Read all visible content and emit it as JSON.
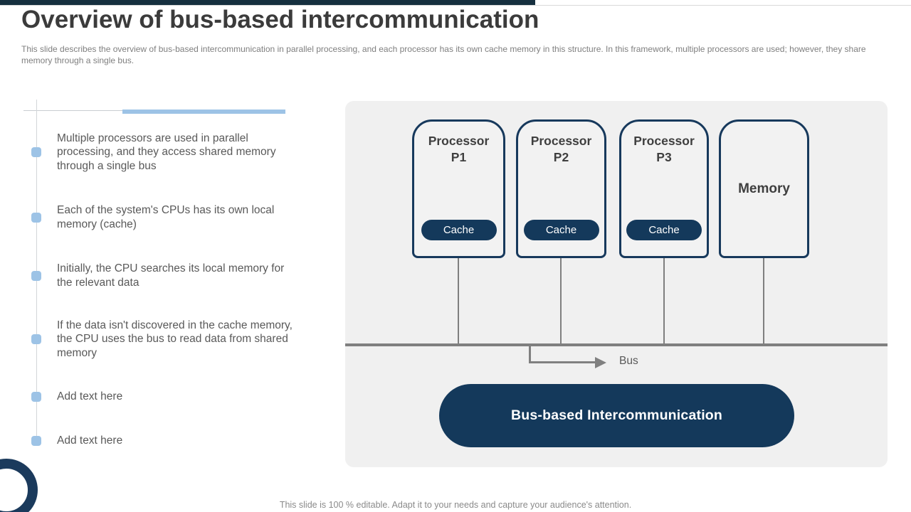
{
  "slide": {
    "title": "Overview of bus-based intercommunication",
    "subtitle_line1": "This slide describes the overview of bus-based intercommunication in parallel processing, and each processor has its own cache memory in this structure. In this framework, multiple processors are used; however, they share",
    "subtitle_line2": "memory through a single bus.",
    "footer": "This slide is 100 % editable. Adapt it to your needs and capture your audience's attention."
  },
  "bullets": [
    {
      "text": "Multiple processors are used in parallel processing, and they access shared memory through a single bus"
    },
    {
      "text": "Each of the system's CPUs has its own local memory (cache)"
    },
    {
      "text": "Initially, the CPU searches its local memory for the relevant data"
    },
    {
      "text": "If the data isn't discovered in the cache memory, the CPU uses the bus to read data from shared memory"
    },
    {
      "text": "Add text here"
    },
    {
      "text": "Add text here"
    }
  ],
  "diagram": {
    "processors": [
      {
        "label": "Processor P1",
        "cache_label": "Cache"
      },
      {
        "label": "Processor P2",
        "cache_label": "Cache"
      },
      {
        "label": "Processor P3",
        "cache_label": "Cache"
      }
    ],
    "memory_label": "Memory",
    "bus_label": "Bus",
    "banner": "Bus-based Intercommunication"
  },
  "colors": {
    "navy_fill": "#14395B",
    "navy_border": "#17395C",
    "top_bar": "#16303F",
    "accent_light_blue": "#9DC3E6",
    "panel_gray": "#F0F0F0",
    "line_gray": "#7F7F7F",
    "body_text_gray": "#595959",
    "title_gray": "#3B3B3B",
    "subtitle_gray": "#7F7F7F"
  }
}
